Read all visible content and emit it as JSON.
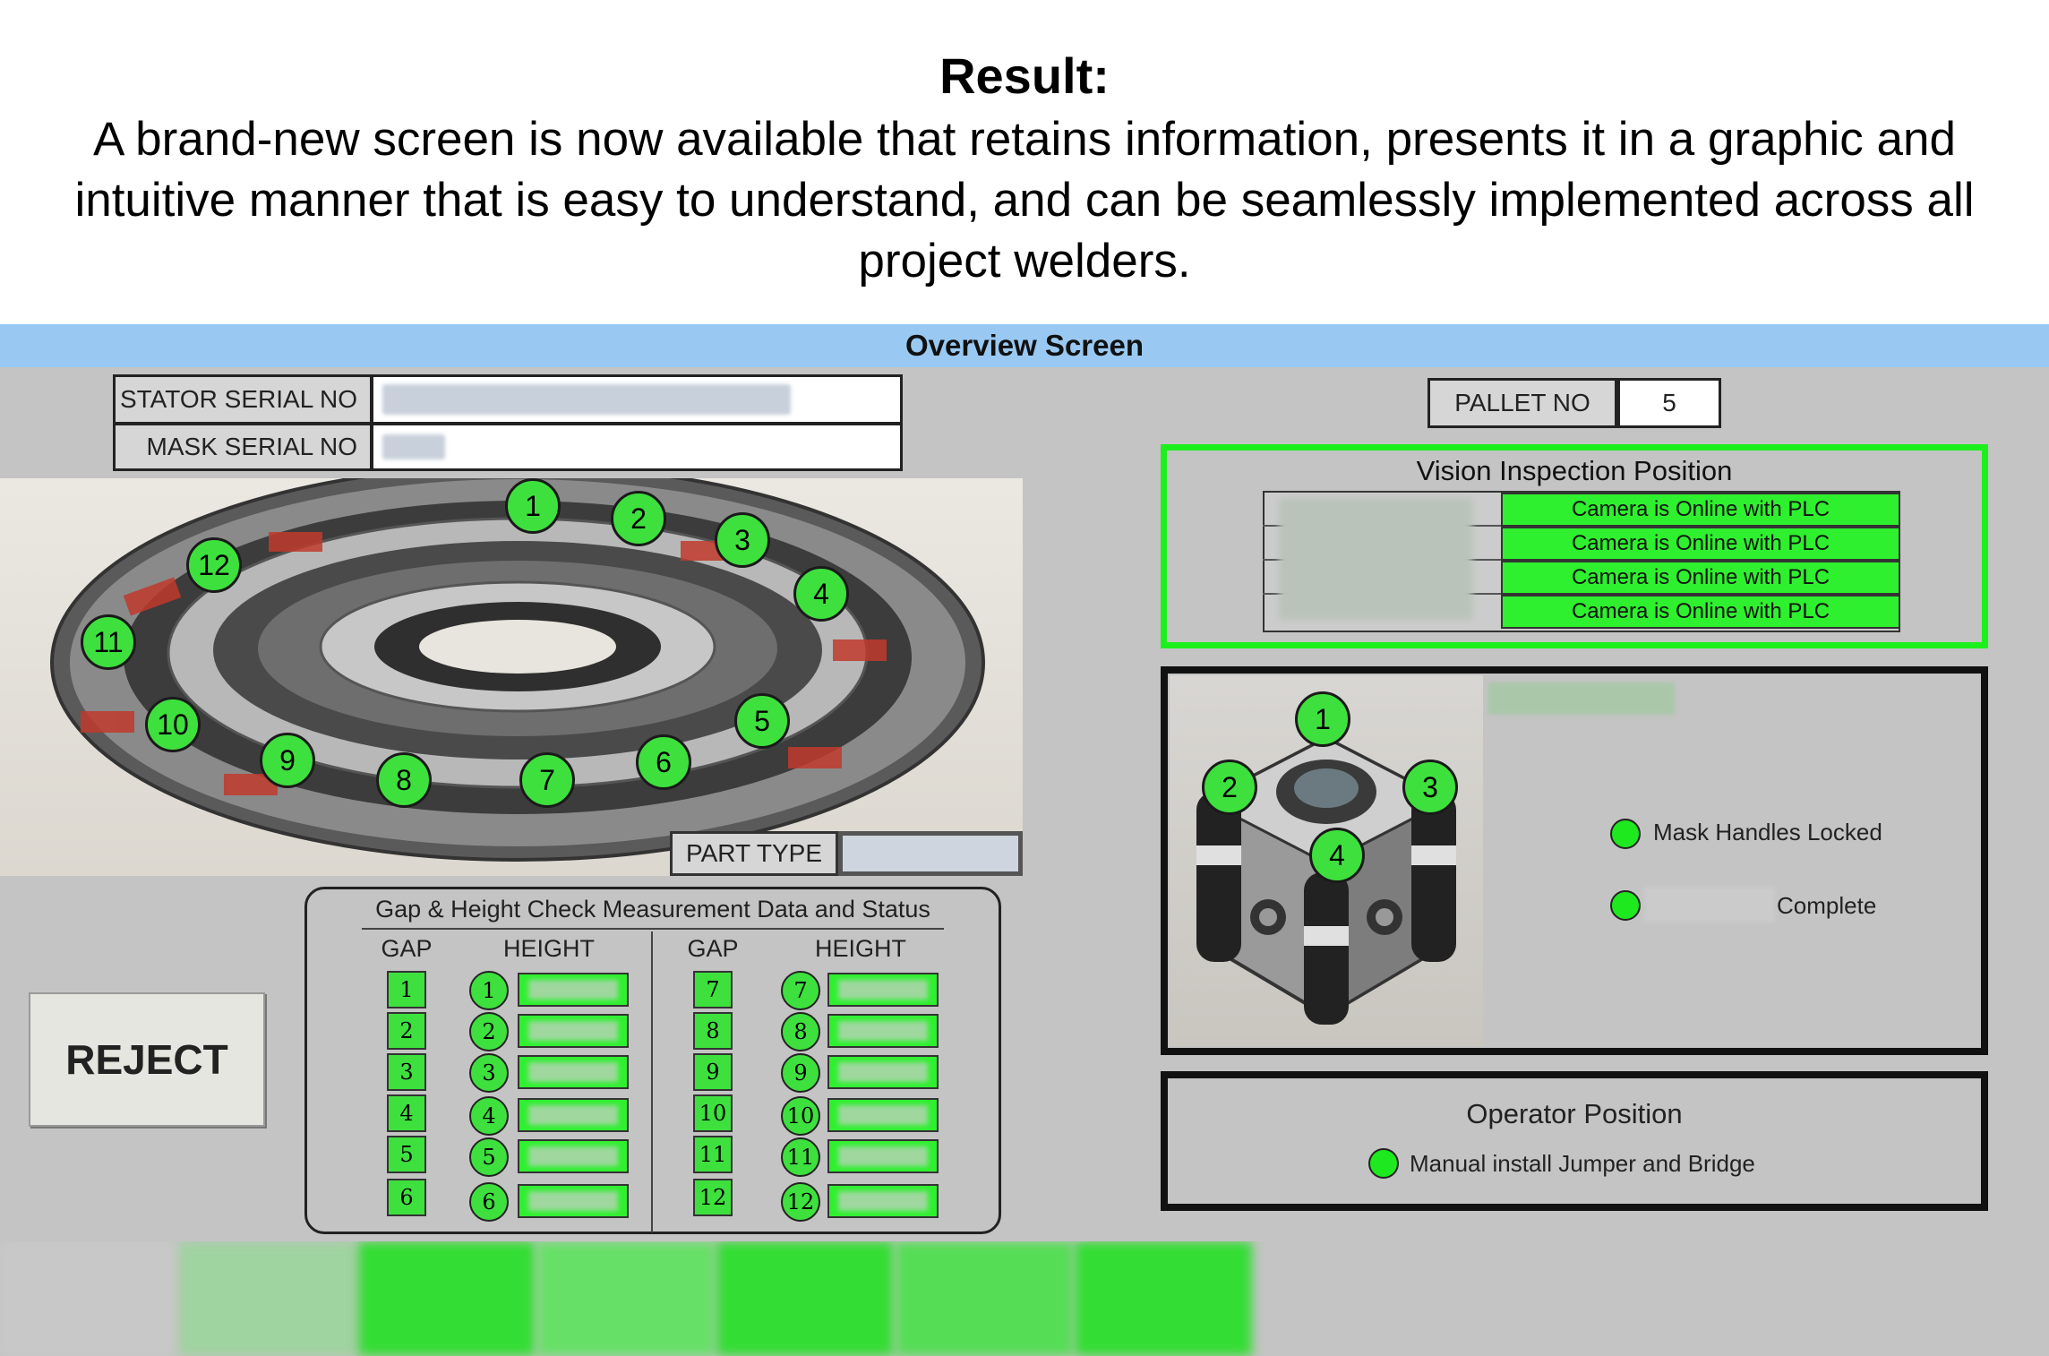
{
  "caption": {
    "title": "Result:",
    "body": "A brand-new screen is now available that retains information, presents it in a graphic and intuitive manner that is easy to understand, and can be seamlessly implemented across all project welders."
  },
  "screen": {
    "title": "Overview Screen",
    "stator_serial_label": "STATOR SERIAL NO",
    "mask_serial_label": "MASK SERIAL NO",
    "part_type_label": "PART TYPE",
    "pallet_label": "PALLET NO",
    "pallet_value": "5",
    "reject_label": "REJECT"
  },
  "stator_positions": [
    "1",
    "2",
    "3",
    "4",
    "5",
    "6",
    "7",
    "8",
    "9",
    "10",
    "11",
    "12"
  ],
  "gap_panel": {
    "title": "Gap & Height Check Measurement Data and Status",
    "gap_header": "GAP",
    "height_header": "HEIGHT",
    "left_positions": [
      "1",
      "2",
      "3",
      "4",
      "5",
      "6"
    ],
    "right_positions": [
      "7",
      "8",
      "9",
      "10",
      "11",
      "12"
    ]
  },
  "vision": {
    "title": "Vision Inspection Position",
    "cameras": [
      "Camera is Online with PLC",
      "Camera is Online with PLC",
      "Camera is Online with PLC",
      "Camera is Online with PLC"
    ]
  },
  "mask": {
    "positions": [
      "1",
      "2",
      "3",
      "4"
    ],
    "status_locked": "Mask Handles Locked",
    "status_complete": "Complete"
  },
  "operator": {
    "title": "Operator Position",
    "status": "Manual install Jumper and Bridge"
  },
  "colors": {
    "status_green": "#2ef02e",
    "titlebar_blue": "#99c9f2",
    "panel_grey": "#c4c4c4"
  }
}
